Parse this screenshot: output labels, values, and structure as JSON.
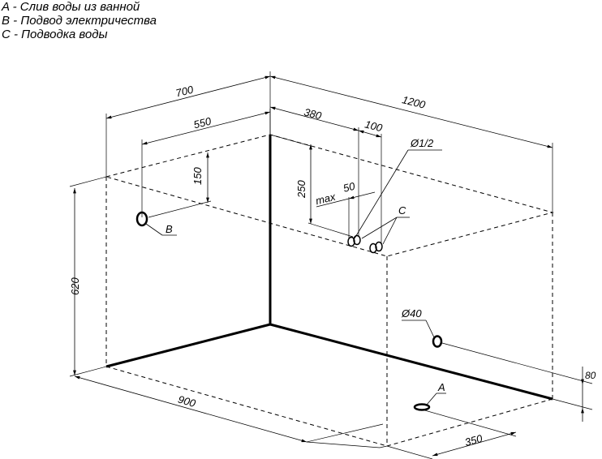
{
  "legend": {
    "a": "A - Слив воды из ванной",
    "b": "B - Подвод электричества",
    "c": "С - Подводка воды"
  },
  "dimensions": {
    "d700": "700",
    "d1200": "1200",
    "d550": "550",
    "d380": "380",
    "d100": "100",
    "d150": "150",
    "d250": "250",
    "d620": "620",
    "d900": "900",
    "d350": "350",
    "d80": "80",
    "max": "max",
    "d50": "50",
    "phi_half": "Ø1/2",
    "phi40": "Ø40"
  },
  "labels": {
    "a": "A",
    "b": "B",
    "c": "C"
  }
}
